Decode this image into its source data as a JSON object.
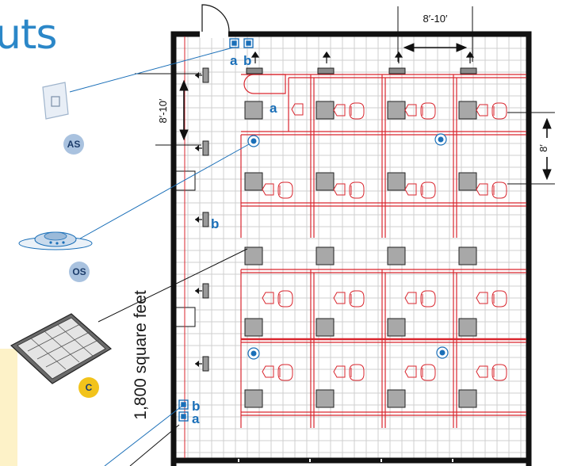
{
  "heading_fragment": "uts",
  "area_label": "1,800 square feet",
  "dimensions": {
    "top": "8′-10′",
    "left_vertical": "8′-10′",
    "right_vertical": "8′"
  },
  "fixture_badges": {
    "as": "AS",
    "os": "OS",
    "c": "C"
  },
  "control_labels": {
    "a": "a",
    "b": "b"
  },
  "colors": {
    "accent_blue": "#1a6fb8",
    "partition_red": "#d9262e",
    "grid_gray": "#c8c8c8",
    "badge_blue": "#a9c2df",
    "badge_yellow": "#f2c31b",
    "panel_yellow": "#fdf2c8"
  }
}
